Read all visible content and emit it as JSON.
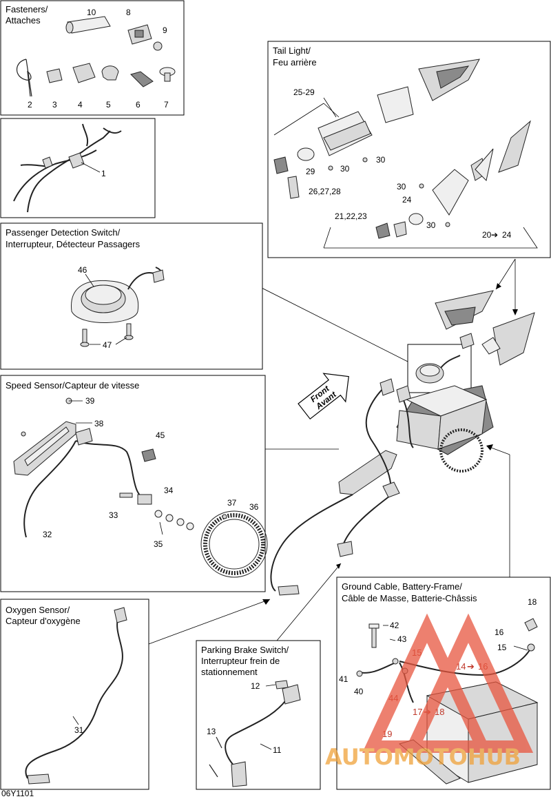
{
  "boxes": {
    "fasteners": {
      "title_line1": "Fasteners/",
      "title_line2": "Attaches",
      "labels": [
        "10",
        "8",
        "9",
        "2",
        "3",
        "4",
        "5",
        "6",
        "7"
      ]
    },
    "harness": {
      "labels": [
        "1"
      ]
    },
    "tail_light": {
      "title_line1": "Tail Light/",
      "title_line2": "Feu arrière",
      "labels": [
        "25-29",
        "29",
        "30",
        "30",
        "26,27,28",
        "30",
        "24",
        "21,22,23",
        "30",
        "20",
        "24"
      ]
    },
    "passenger": {
      "title_line1": "Passenger Detection Switch/",
      "title_line2": "Interrupteur, Détecteur Passagers",
      "labels": [
        "46",
        "47"
      ]
    },
    "speed": {
      "title": "Speed Sensor/Capteur de vitesse",
      "labels": [
        "39",
        "38",
        "45",
        "34",
        "37",
        "36",
        "33",
        "35",
        "32"
      ]
    },
    "oxygen": {
      "title_line1": "Oxygen Sensor/",
      "title_line2": "Capteur d'oxygène",
      "labels": [
        "31"
      ]
    },
    "parking": {
      "title_line1": "Parking Brake Switch/",
      "title_line2": "Interrupteur frein de",
      "title_line3": "stationnement",
      "labels": [
        "12",
        "13",
        "11"
      ]
    },
    "ground": {
      "title_line1": "Ground Cable, Battery-Frame/",
      "title_line2": "Câble de Masse, Batterie-Châssis",
      "labels": [
        "18",
        "42",
        "43",
        "16",
        "15",
        "15",
        "41",
        "40",
        "44",
        "19"
      ],
      "red_labels": [
        "14",
        "16",
        "17",
        "18"
      ]
    }
  },
  "front_arrow": {
    "line1": "Front",
    "line2": "Avant"
  },
  "watermark": {
    "text": "AUTOMOTOHUB",
    "color_a": "#f0a23a",
    "color_b": "#e8563f"
  },
  "figure_code": "06Y1101"
}
